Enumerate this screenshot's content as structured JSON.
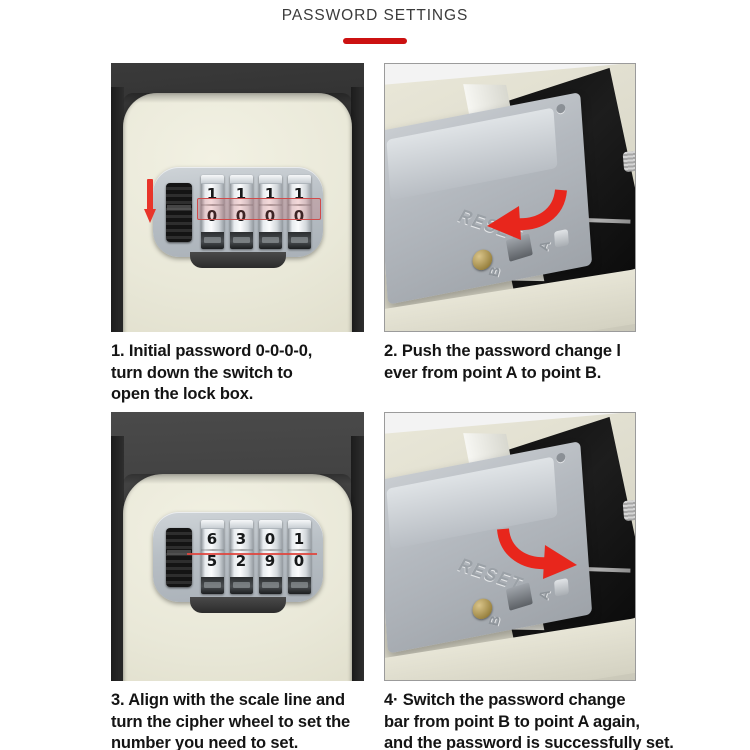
{
  "header": {
    "title": "PASSWORD SETTINGS",
    "accent_color": "#cc1111"
  },
  "steps": [
    {
      "id": "step-1",
      "caption_lines": [
        "1. Initial password 0-0-0-0,",
        "turn down the switch to",
        "open the lock box."
      ],
      "image_kind": "lockbox-front",
      "dials_top": [
        "1",
        "1",
        "1",
        "1"
      ],
      "dials_active": [
        "0",
        "0",
        "0",
        "0"
      ],
      "annotation": "red-down-arrow-on-switch",
      "highlight": "red-rectangle-around-active-digits"
    },
    {
      "id": "step-2",
      "caption_lines": [
        "2. Push the password change l",
        "ever from point A to point B."
      ],
      "image_kind": "lockbox-interior",
      "embossed_label": "RESET",
      "point_labels": [
        "A",
        "B"
      ],
      "annotation": "red-curved-arrow-left"
    },
    {
      "id": "step-3",
      "caption_lines": [
        "3. Align with the scale line and",
        "turn the cipher wheel to set the",
        "number you need to set."
      ],
      "image_kind": "lockbox-front",
      "dials_top": [
        "6",
        "3",
        "0",
        "1"
      ],
      "dials_active": [
        "5",
        "2",
        "9",
        "0"
      ],
      "annotation": "red-scale-line",
      "highlight": "red-scale-line-through-active-digits"
    },
    {
      "id": "step-4",
      "caption_lines": [
        "4· Switch the password change",
        "bar from point B to point A again,",
        "and the password is successfully set."
      ],
      "image_kind": "lockbox-interior",
      "embossed_label": "RESET",
      "point_labels": [
        "A",
        "B"
      ],
      "annotation": "red-curved-arrow-right"
    }
  ]
}
